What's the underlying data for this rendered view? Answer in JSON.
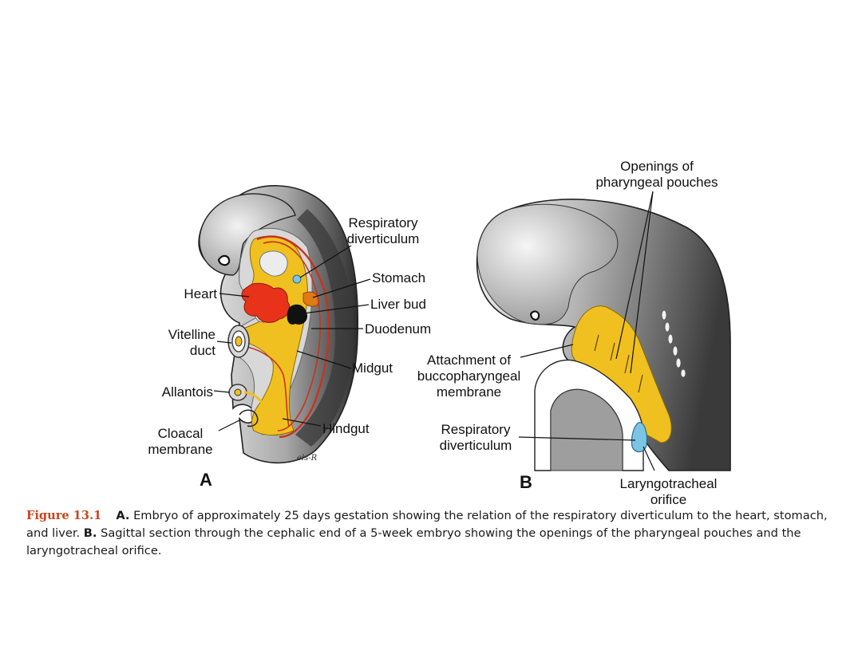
{
  "labels": {
    "respiratory_diverticulum_a": [
      "Respiratory",
      "diverticulum"
    ],
    "heart": "Heart",
    "stomach": "Stomach",
    "liver_bud": "Liver bud",
    "duodenum": "Duodenum",
    "vitelline_duct": [
      "Vitelline",
      "duct"
    ],
    "midgut": "Midgut",
    "allantois": "Allantois",
    "hindgut": "Hindgut",
    "cloacal_membrane": [
      "Cloacal",
      "membrane"
    ],
    "openings_pharyngeal_pouches": [
      "Openings of",
      "pharyngeal pouches"
    ],
    "attachment_buccopharyngeal": [
      "Attachment of",
      "buccopharyngeal",
      "membrane"
    ],
    "respiratory_diverticulum_b": [
      "Respiratory",
      "diverticulum"
    ],
    "laryngotracheal_orifice": [
      "Laryngotracheal",
      "orifice"
    ],
    "artist_signature": "els-R"
  },
  "panels": {
    "a": "A",
    "b": "B"
  },
  "caption": {
    "figure": "Figure 13.1",
    "a_label": "A.",
    "a_text": "Embryo of approximately 25 days gestation showing the relation of the respiratory diverticulum to the heart, stomach, and liver.",
    "b_label": "B.",
    "b_text": "Sagittal section through the cephalic end of a 5-week embryo showing the openings of the pharyngeal pouches and the laryngotracheal orifice."
  },
  "colors": {
    "endoderm": "#f0c020",
    "heart": "#e8321a",
    "vessel": "#c8321e",
    "respiratory": "#7cc4e4",
    "liver": "#111111",
    "embryo_gray": "#8a8a8a",
    "caption_figure": "#c8461e"
  }
}
